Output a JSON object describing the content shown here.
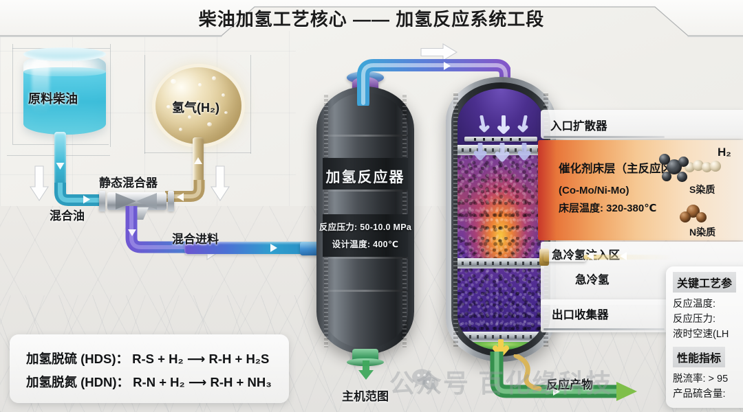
{
  "header": {
    "title": "柴油加氢工艺核心 —— 加氢反应系统工段"
  },
  "feed": {
    "diesel_tank_label": "原料柴油",
    "hydrogen_sphere_label": "氢气(H₂)",
    "static_mixer_label": "静态混合器",
    "mixed_oil_label": "混合油",
    "mixed_feed_label": "混合进料"
  },
  "reactor": {
    "name": "加氢反应器",
    "pressure_spec": "反应压力: 50-10.0 MPa",
    "temperature_spec": "设计温度: 400℃",
    "scope_label": "主机范图"
  },
  "cutaway": {
    "inlet_diffuser": "入口扩散器",
    "catalyst_bed_title": "催化剂床层（主反应区）",
    "catalyst_type": "(Co-Mo/Ni-Mo)",
    "bed_temperature": "床层温度: 320-380℃",
    "quench_zone": "急冷氢注入区",
    "quench_hydrogen": "急冷氢",
    "outlet_collector": "出口收集器",
    "product_label": "反应产物"
  },
  "molecules": {
    "h2_label": "H₂",
    "sulfur_label": "S染质",
    "nitrogen_label": "N染质"
  },
  "params_panel": {
    "section1_title": "关键工艺参",
    "rows1": [
      "反应温度:",
      "反应压力:",
      "液时空速(LH"
    ],
    "section2_title": "性能指标",
    "rows2": [
      "脱流率: > 95",
      "产品硫含量:"
    ]
  },
  "formulas": {
    "hds": "加氢脱硫 (HDS)：  R-S + H₂  ⟶  R-H + H₂S",
    "hdn": "加氢脱氮 (HDN)：  R-N + H₂  ⟶  R-H + NH₃"
  },
  "watermark": {
    "text": "公众号 百化缘科技"
  },
  "colors": {
    "diesel": "#39bcd9",
    "hydrogen": "#ddc894",
    "mixed_feed": "#5b4bc9",
    "catalyst_hot": "#ff8c28",
    "catalyst_cold": "#4b2a90",
    "product": "#3fa85c",
    "quench": "#c9a24b"
  }
}
